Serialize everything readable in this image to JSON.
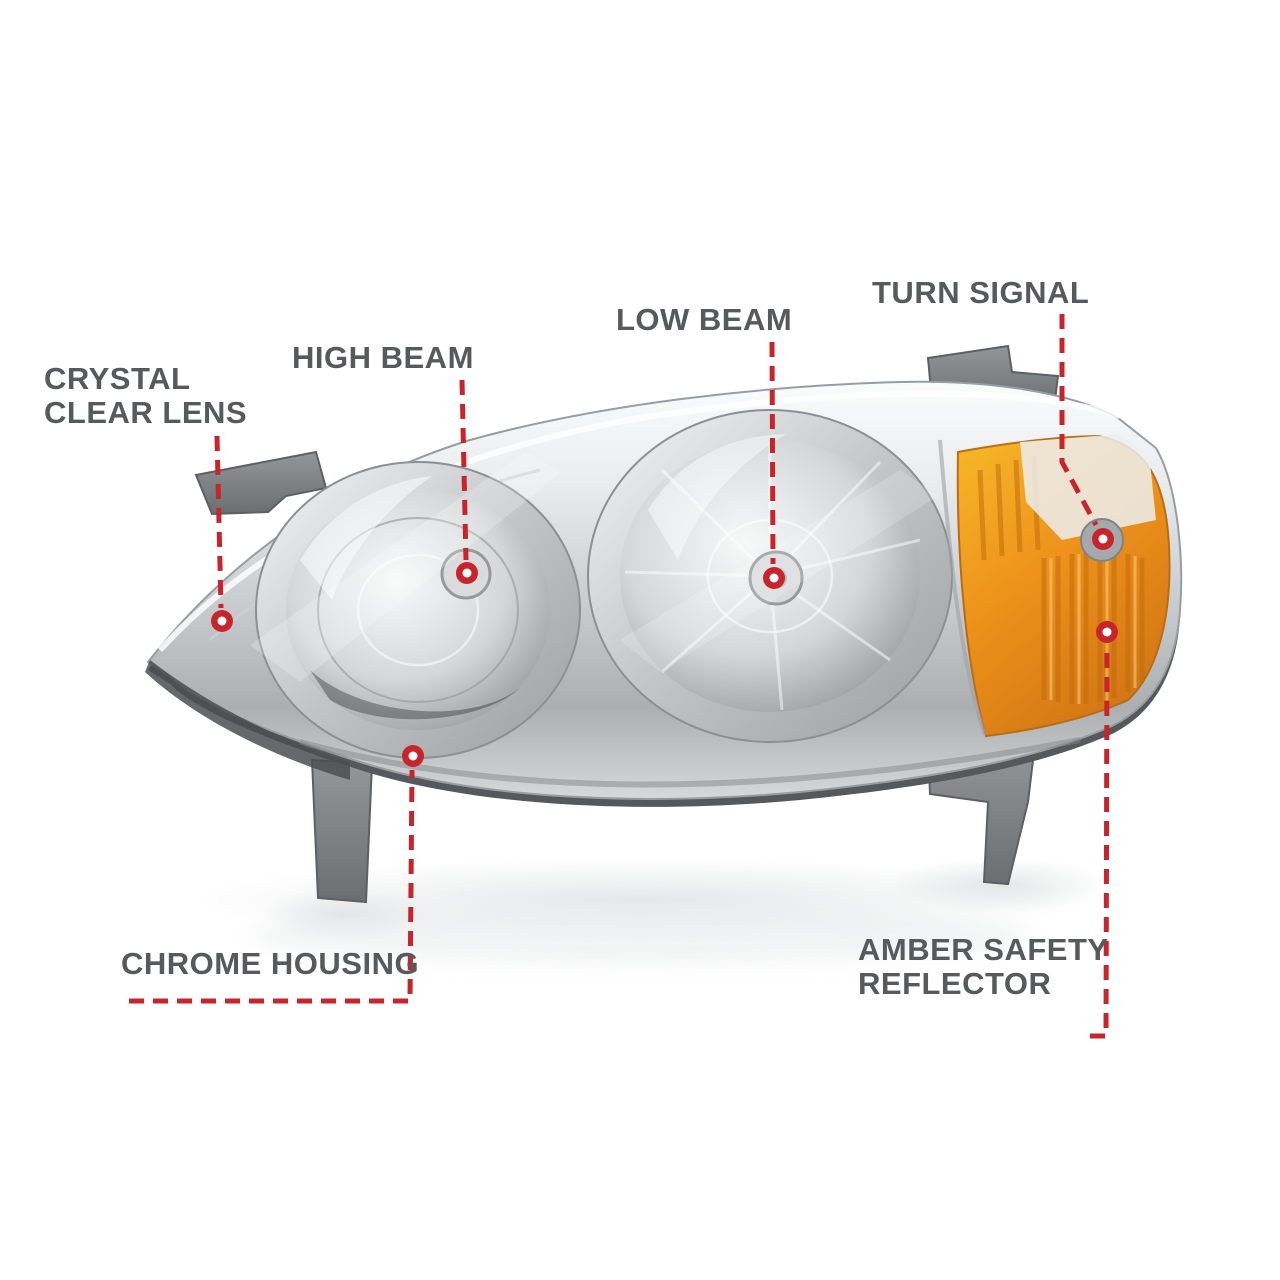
{
  "colors": {
    "accent_red": "#C8242B",
    "label_text": "#58595B",
    "amber": "#EF9015",
    "chrome": "#C9CCCE",
    "background": "#FFFFFF"
  },
  "callouts": {
    "crystal_clear_lens": {
      "line1": "CRYSTAL",
      "line2": "CLEAR LENS"
    },
    "high_beam": {
      "label": "HIGH BEAM"
    },
    "low_beam": {
      "label": "LOW BEAM"
    },
    "turn_signal": {
      "label": "TURN SIGNAL"
    },
    "chrome_housing": {
      "label": "CHROME HOUSING"
    },
    "amber_safety_reflector": {
      "line1": "AMBER SAFETY",
      "line2": "REFLECTOR"
    }
  }
}
